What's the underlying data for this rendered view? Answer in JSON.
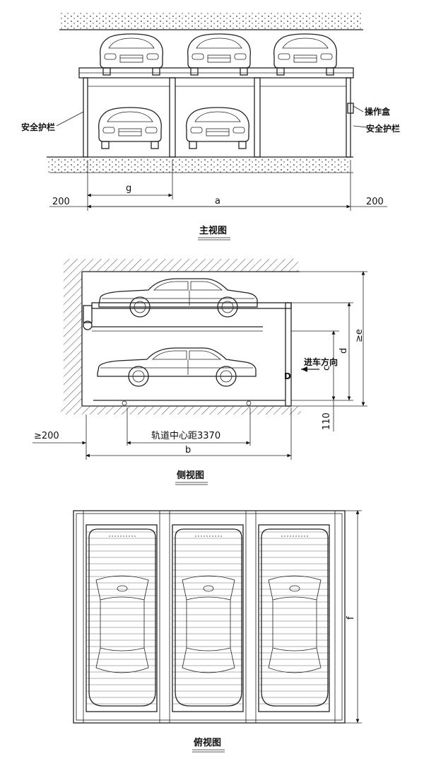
{
  "front_view": {
    "caption": "主视图",
    "label_guardrail_left": "安全护栏",
    "label_control_box": "操作盒",
    "label_guardrail_right": "安全护栏",
    "dim_left": "200",
    "dim_right": "200",
    "dim_g": "g",
    "dim_a": "a"
  },
  "side_view": {
    "caption": "侧视图",
    "label_direction": "进车方向",
    "dim_min_left": "≥200",
    "dim_track": "轨道中心距3370",
    "dim_b": "b",
    "dim_c": "c",
    "dim_d": "d",
    "dim_e": "≥e",
    "dim_110": "110",
    "label_D": "D"
  },
  "top_view": {
    "caption": "俯视图",
    "dim_f": "f"
  }
}
